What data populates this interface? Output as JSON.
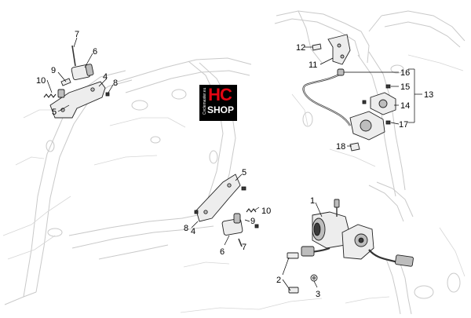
{
  "logo": {
    "main": "HC",
    "sub": "SHOP",
    "side_text": "Cyclemaster.eu"
  },
  "colors": {
    "logo_bg": "#000000",
    "logo_red": "#e30613",
    "logo_white": "#ffffff",
    "ghost_frame": "#c9c9c9"
  },
  "callouts": {
    "c7a": "7",
    "c6a": "6",
    "c9a": "9",
    "c10a": "10",
    "c4a": "4",
    "c8a": "8",
    "c5a": "5",
    "c12": "12",
    "c11": "11",
    "c16": "16",
    "c15": "15",
    "c14": "14",
    "c13": "13",
    "c17": "17",
    "c18": "18",
    "c5b": "5",
    "c10b": "10",
    "c9b": "9",
    "c8b": "8",
    "c4b": "4",
    "c6b": "6",
    "c7b": "7",
    "c1": "1",
    "c2": "2",
    "c3": "3"
  }
}
